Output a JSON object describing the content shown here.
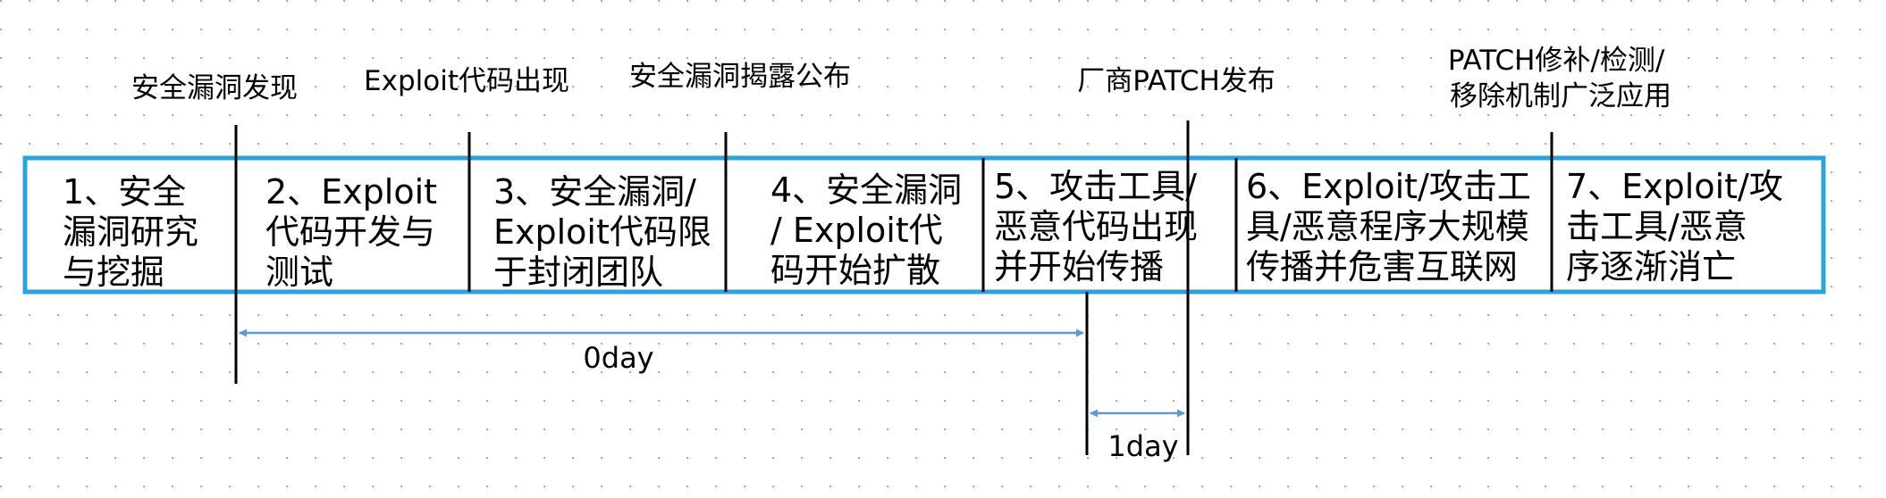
{
  "events": [
    {
      "lines": [
        "安全漏洞发现"
      ]
    },
    {
      "lines": [
        "Exploit代码出现"
      ]
    },
    {
      "lines": [
        "安全漏洞揭露公布"
      ]
    },
    {
      "lines": [
        "厂商PATCH发布"
      ]
    },
    {
      "lines": [
        "PATCH修补/检测/",
        "移除机制广泛应用"
      ]
    }
  ],
  "phases": [
    {
      "lines": [
        "1、安全",
        "漏洞研究",
        "与挖掘"
      ]
    },
    {
      "lines": [
        "2、Exploit",
        "代码开发与",
        "测试"
      ]
    },
    {
      "lines": [
        "3、安全漏洞/",
        "Exploit代码限",
        "于封闭团队"
      ]
    },
    {
      "lines": [
        "4、安全漏洞",
        "/ Exploit代",
        "码开始扩散"
      ]
    },
    {
      "lines": [
        "5、攻击工具/",
        "恶意代码出现",
        "并开始传播"
      ]
    },
    {
      "lines": [
        "6、Exploit/攻击工",
        "具/恶意程序大规模",
        "传播并危害互联网"
      ]
    },
    {
      "lines": [
        "7、Exploit/攻",
        "击工具/恶意",
        "序逐渐消亡"
      ]
    }
  ],
  "spans": {
    "zero_day": "0day",
    "one_day": "1day"
  },
  "colors": {
    "box_border": "#29a3e0",
    "arrow": "#5b9bd5",
    "grid_dot": "#a6a6a6",
    "line": "#000000"
  }
}
